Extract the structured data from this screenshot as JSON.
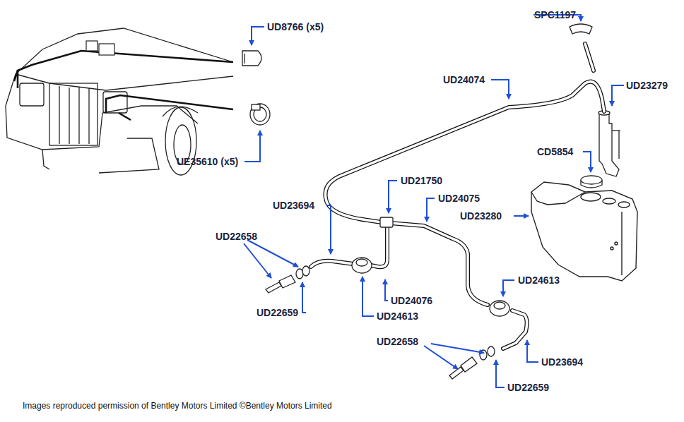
{
  "diagram": {
    "caption": "Images reproduced permission of Bentley Motors Limited ©Bentley Motors Limited",
    "labels": [
      "SPC1197",
      "UD8766 (x5)",
      "UD24074",
      "UD23279",
      "CD5854",
      "UE35610 (x5)",
      "UD21750",
      "UD24075",
      "UD23694",
      "UD23280",
      "UD22658",
      "UD24613",
      "UD24076",
      "UD22659",
      "UD24613",
      "UD22658",
      "UD23694",
      "UD22659"
    ]
  }
}
